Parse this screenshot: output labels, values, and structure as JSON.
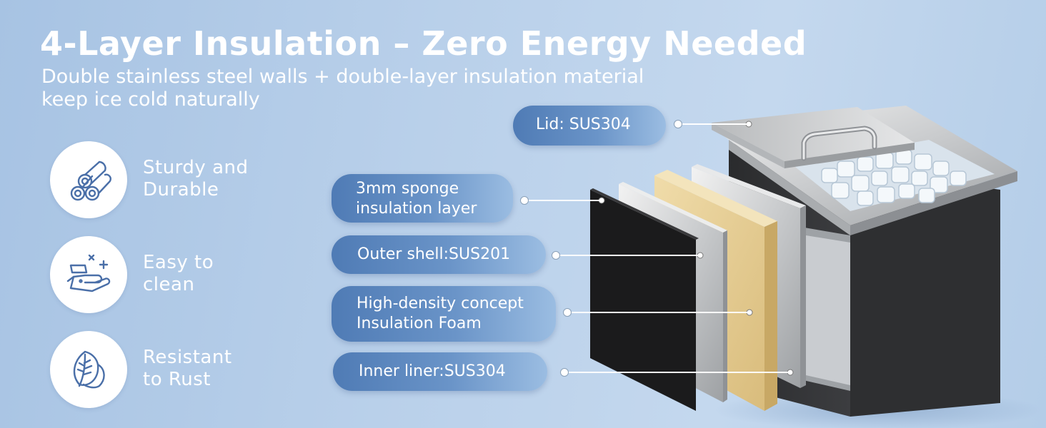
{
  "header": {
    "title": "4-Layer Insulation – Zero Energy Needed",
    "subtitle_line1": "Double stainless steel walls + double-layer insulation material",
    "subtitle_line2": "keep ice cold naturally"
  },
  "features": [
    {
      "icon": "logs-icon",
      "line1": "Sturdy and",
      "line2": "Durable"
    },
    {
      "icon": "cleaning-hand-icon",
      "line1": "Easy to",
      "line2": "clean"
    },
    {
      "icon": "leaf-icon",
      "line1": "Resistant",
      "line2": "to Rust"
    }
  ],
  "callouts": {
    "lid": "Lid: SUS304",
    "sponge_line1": "3mm sponge",
    "sponge_line2": "insulation layer",
    "outer_shell": "Outer shell:SUS201",
    "foam_line1": "High-density concept",
    "foam_line2": "Insulation Foam",
    "inner_liner": "Inner liner:SUS304"
  },
  "colors": {
    "background": "#b9d0ea",
    "pill_start": "#4f7bb5",
    "pill_end": "#9bbde2",
    "icon_stroke": "#4a6fa8",
    "foam": "#e8cf96",
    "sponge": "#1a1a1a"
  }
}
